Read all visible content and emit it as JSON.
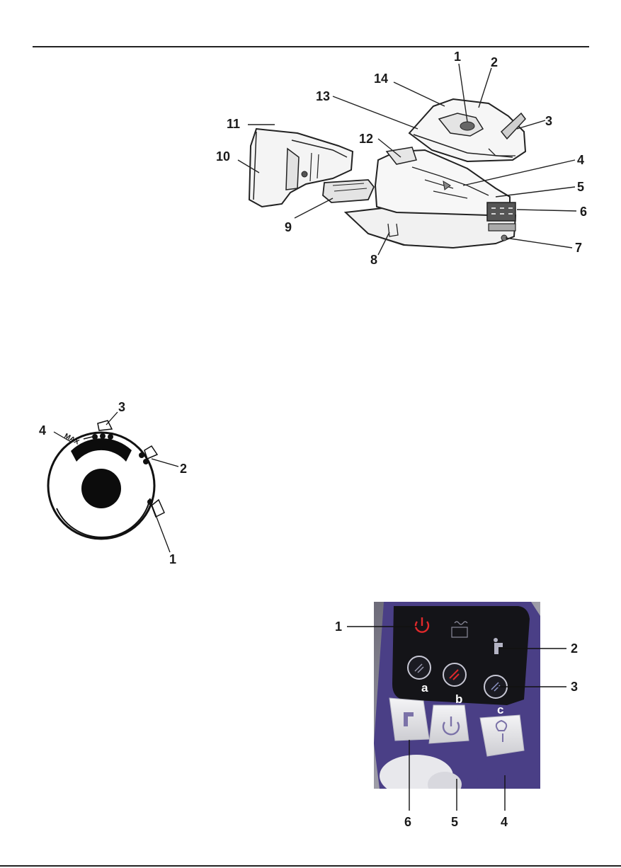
{
  "figure_iron": {
    "callouts": [
      "1",
      "2",
      "3",
      "4",
      "5",
      "6",
      "7",
      "8",
      "9",
      "10",
      "11",
      "12",
      "13",
      "14"
    ]
  },
  "figure_dial": {
    "callouts": [
      "1",
      "2",
      "3",
      "4"
    ],
    "max_label": "MAX"
  },
  "figure_panel": {
    "callouts": [
      "1",
      "2",
      "3",
      "4",
      "5",
      "6"
    ],
    "button_letters": [
      "a",
      "b",
      "c"
    ],
    "colors": {
      "panel_purple": "#4a3f86",
      "indicator_red": "#e0292b",
      "key_grey": "#e6e6e8",
      "display_black": "#141418"
    }
  }
}
